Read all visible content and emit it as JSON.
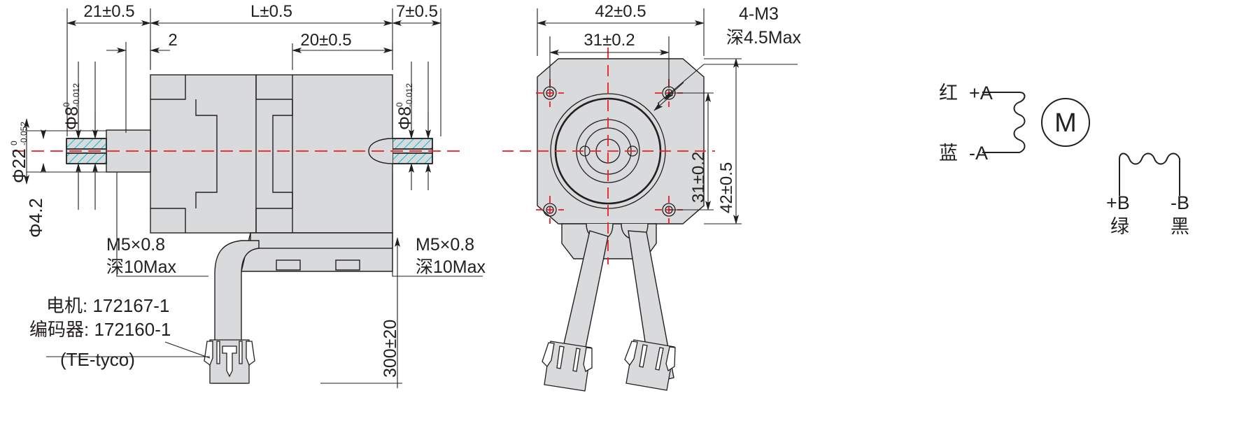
{
  "drawing": {
    "title": "Stepper motor outline drawing (NEMA17 / 42mm) with wiring diagram",
    "units": "mm"
  },
  "side_view": {
    "name": "side-view",
    "dimensions": {
      "front_shaft_length": "21±0.5",
      "body_length": "L±0.5",
      "rear_shaft_length": "7±0.5",
      "front_step": "2",
      "rear_body_offset": "20±0.5",
      "front_shaft_dia": "Φ8",
      "front_shaft_tol_upper": "0",
      "front_shaft_tol_lower": "-0.012",
      "rear_shaft_dia": "Φ8",
      "rear_shaft_tol_upper": "0",
      "rear_shaft_tol_lower": "-0.012",
      "boss_dia": "Φ22",
      "boss_tol_upper": "0",
      "boss_tol_lower": "-0.052",
      "pilot_dia": "Φ4.2",
      "cable_length": "300±20"
    },
    "notes": {
      "front_thread_line1": "M5×0.8",
      "front_thread_line2": "深10Max",
      "rear_thread_line1": "M5×0.8",
      "rear_thread_line2": "深10Max"
    },
    "connector_note": {
      "line1": "电机: 172167-1",
      "line2": "编码器: 172160-1",
      "line3": "(TE-tyco)"
    }
  },
  "front_view": {
    "name": "front-view",
    "dimensions": {
      "flange_width": "42±0.5",
      "hole_pitch_horizontal": "31±0.2",
      "hole_pitch_vertical": "31±0.2",
      "flange_height": "42±0.5"
    },
    "notes": {
      "mounting_holes_line1": "4-M3",
      "mounting_holes_line2": "深4.5Max"
    }
  },
  "wiring_diagram": {
    "name": "wiring-diagram",
    "motor_symbol": "M",
    "terminals": [
      {
        "color_cn": "红",
        "signal": "+A"
      },
      {
        "color_cn": "蓝",
        "signal": "-A"
      },
      {
        "color_cn": "绿",
        "signal": "+B"
      },
      {
        "color_cn": "黑",
        "signal": "-B"
      }
    ]
  },
  "colors": {
    "outline": "#231f20",
    "body_fill": "#d9dadb",
    "centerline": "#ee1c25",
    "hatch": "#00c0d8",
    "text": "#231f20"
  }
}
